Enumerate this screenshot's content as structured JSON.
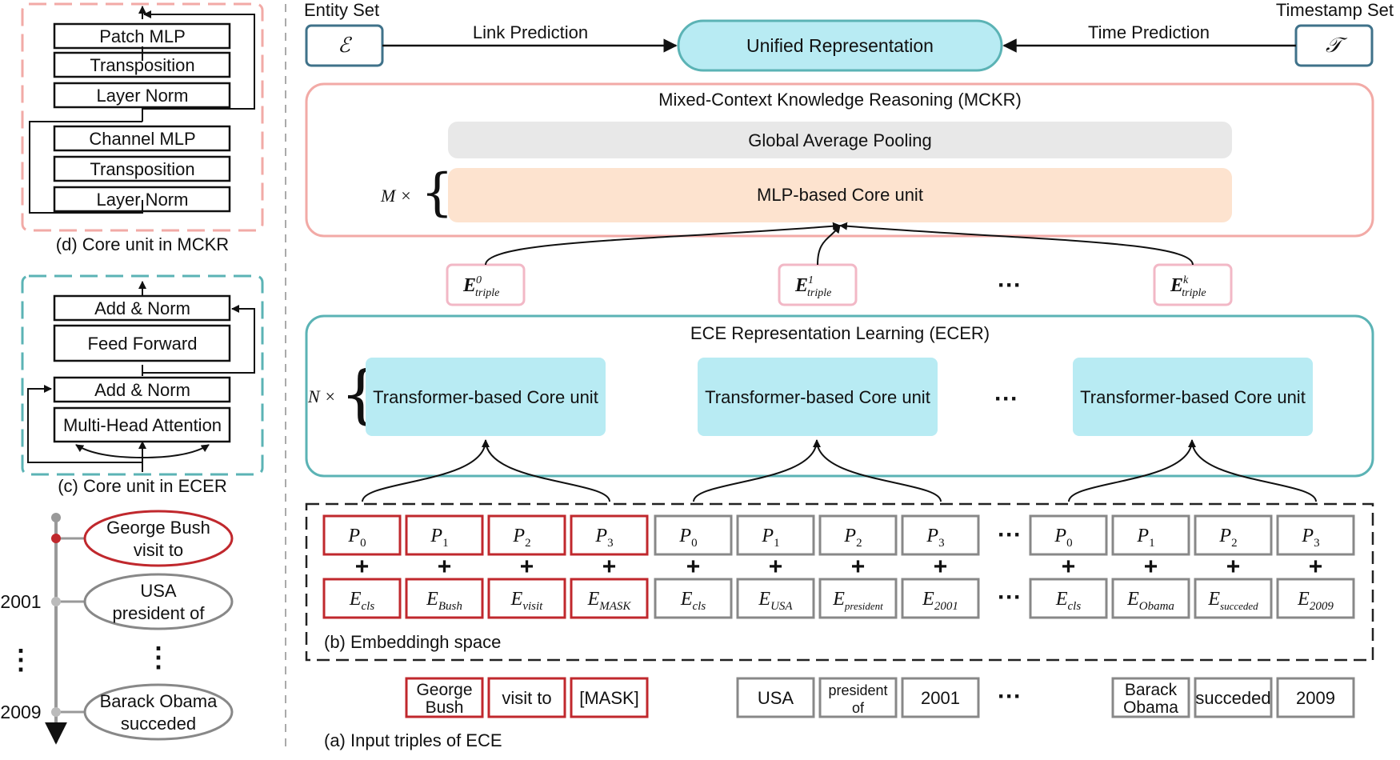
{
  "left": {
    "mckr_core": {
      "caption": "(d) Core unit in MCKR",
      "blocks": [
        "Patch MLP",
        "Transposition",
        "Layer Norm",
        "Channel MLP",
        "Transposition",
        "Layer Norm"
      ]
    },
    "ecer_core": {
      "caption": "(c) Core unit in ECER",
      "blocks": [
        "Add & Norm",
        "Feed Forward",
        "Add & Norm",
        "Multi-Head Attention"
      ]
    },
    "timeline": {
      "events": [
        {
          "line1": "George Bush",
          "line2": "visit to",
          "year": "",
          "color": "#c0282d"
        },
        {
          "line1": "USA",
          "line2": "president of",
          "year": "2001",
          "color": "#888888"
        },
        {
          "line1": "Barack Obama",
          "line2": "succeded",
          "year": "2009",
          "color": "#888888"
        }
      ],
      "dots": "⋮"
    }
  },
  "top": {
    "entity_set_label": "Entity Set",
    "entity_symbol": "ℰ",
    "timestamp_set_label": "Timestamp Set",
    "timestamp_symbol": "𝒯",
    "link_prediction": "Link Prediction",
    "time_prediction": "Time Prediction",
    "unified": "Unified Representation"
  },
  "mckr": {
    "title": "Mixed-Context Knowledge Reasoning (MCKR)",
    "pooling": "Global Average Pooling",
    "core": "MLP-based Core unit",
    "multiplier": "M ×"
  },
  "triples": [
    {
      "base": "E",
      "sup": "0",
      "sub": "triple"
    },
    {
      "base": "E",
      "sup": "1",
      "sub": "triple"
    },
    {
      "base": "E",
      "sup": "k",
      "sub": "triple"
    }
  ],
  "ecer": {
    "title": "ECE Representation Learning (ECER)",
    "core": "Transformer-based Core unit",
    "multiplier": "N ×"
  },
  "ellipsis": "···",
  "embedding": {
    "caption": "(b) Embeddingh space",
    "groups": [
      {
        "color": "#c0282d",
        "pos": [
          "0",
          "1",
          "2",
          "3"
        ],
        "emb": [
          "cls",
          "Bush",
          "visit",
          "MASK"
        ]
      },
      {
        "color": "#888888",
        "pos": [
          "0",
          "1",
          "2",
          "3"
        ],
        "emb": [
          "cls",
          "USA",
          "president",
          "2001"
        ]
      },
      {
        "color": "#888888",
        "pos": [
          "0",
          "1",
          "2",
          "3"
        ],
        "emb": [
          "cls",
          "Obama",
          "succeded",
          "2009"
        ]
      }
    ]
  },
  "input": {
    "caption": "(a) Input triples of ECE",
    "groups": [
      {
        "color": "#c0282d",
        "items": [
          [
            "George",
            "Bush"
          ],
          [
            "visit to"
          ],
          [
            "[MASK]"
          ]
        ]
      },
      {
        "color": "#888888",
        "items": [
          [
            "USA"
          ],
          [
            "president",
            "of"
          ],
          [
            "2001"
          ]
        ]
      },
      {
        "color": "#888888",
        "items": [
          [
            "Barack",
            "Obama"
          ],
          [
            "succeded"
          ],
          [
            "2009"
          ]
        ]
      }
    ]
  },
  "colors": {
    "pink": "#f2aaa6",
    "teal": "#5bb3b5",
    "cyan_fill": "#b8ebf3",
    "peach_fill": "#fde3cf",
    "gray_fill": "#e8e8e8",
    "entity_border": "#3f728a",
    "red": "#c0282d",
    "gray": "#888888"
  }
}
